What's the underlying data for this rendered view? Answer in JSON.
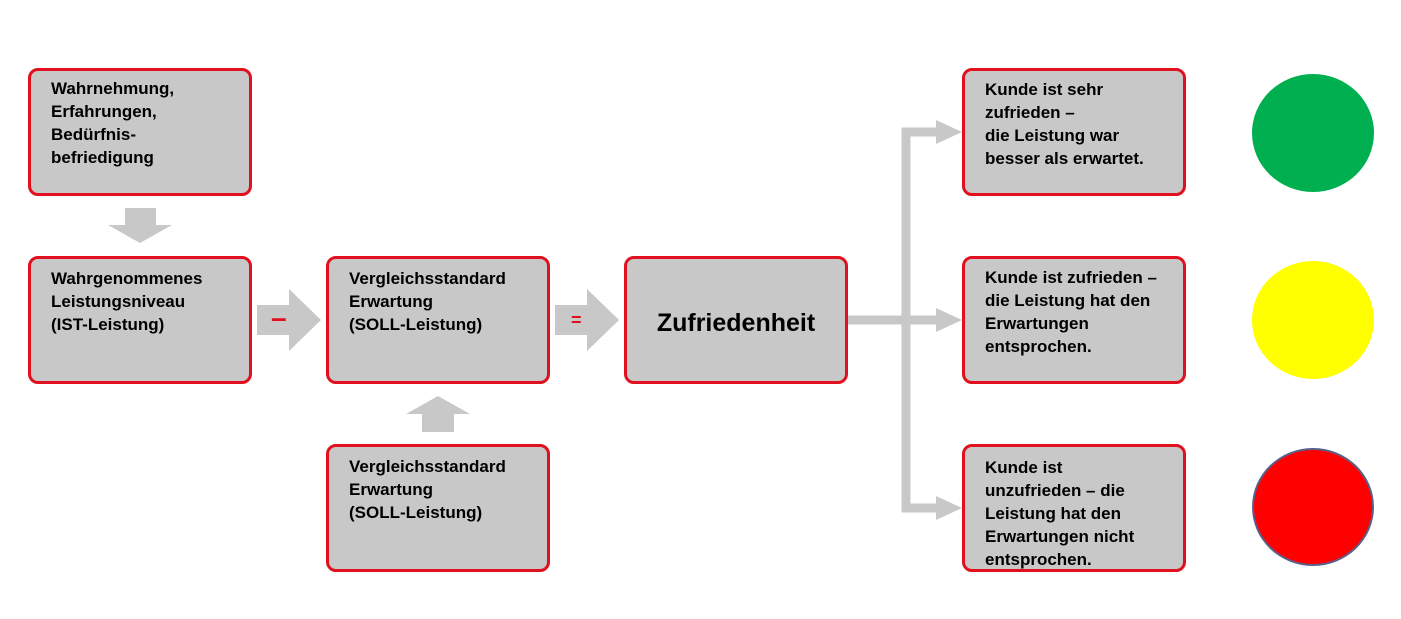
{
  "boxes": {
    "perception": "Wahrnehmung,\nErfahrungen,\nBedürfnis-\nbefriedigung",
    "ist": "Wahrgenommenes\nLeistungsniveau\n(IST-Leistung)",
    "soll": "Vergleichsstandard\nErwartung\n(SOLL-Leistung)",
    "soll_source": "Vergleichsstandard\nErwartung\n(SOLL-Leistung)",
    "result": "Zufriedenheit",
    "outcome_high": "Kunde ist sehr\nzufrieden –\ndie Leistung war\nbesser als erwartet.",
    "outcome_mid": "Kunde ist zufrieden –\ndie Leistung hat den\nErwartungen\nentsprochen.",
    "outcome_low": "Kunde ist\nunzufrieden – die\nLeistung hat den\nErwartungen nicht\nentsprochen."
  },
  "operators": {
    "minus": "–",
    "equals": "="
  },
  "colors": {
    "box_fill": "#c8c8c8",
    "box_border": "#e0101e",
    "arrow": "#c8c8c8",
    "operator": "#e0101e",
    "signal_green": "#00b050",
    "signal_yellow": "#ffff00",
    "signal_red": "#ff0000"
  }
}
